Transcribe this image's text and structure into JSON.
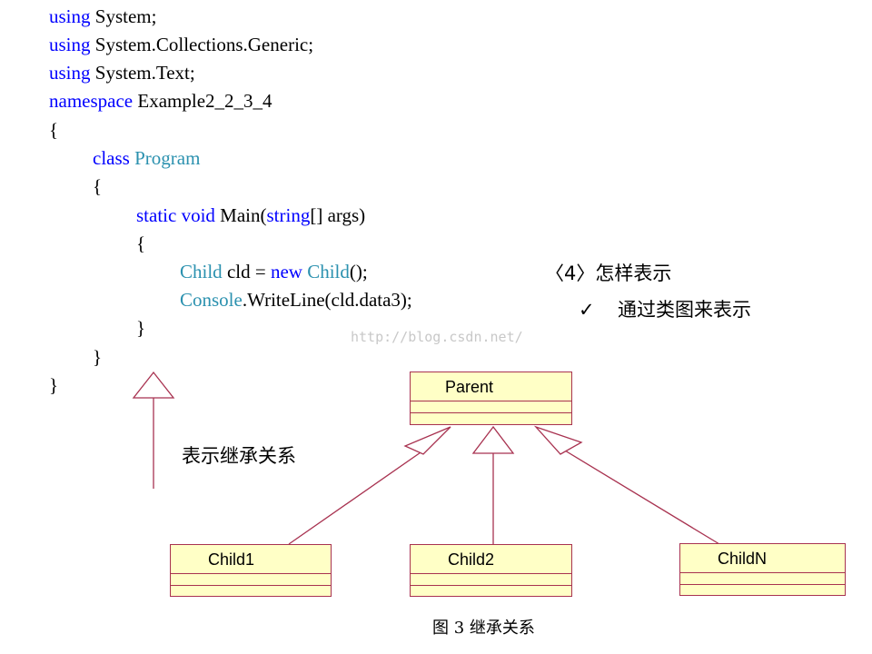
{
  "code": {
    "line1": {
      "kw": "using",
      "text": " System;"
    },
    "line2": {
      "kw": "using",
      "text": " System.Collections.Generic;"
    },
    "line3": {
      "kw": "using",
      "text": " System.Text;"
    },
    "line4": {
      "kw": "namespace",
      "text": " Example2_2_3_4"
    },
    "line5": {
      "text": "{"
    },
    "line6": {
      "kw": "class",
      "type": " Program"
    },
    "line7": {
      "text": "{"
    },
    "line8": {
      "kw1": "static",
      "kw2": " void",
      "text1": " Main(",
      "kw3": "string",
      "text2": "[] args)"
    },
    "line9": {
      "text": "{"
    },
    "line10": {
      "type1": "Child",
      "text1": " cld = ",
      "kw": "new",
      "type2": " Child",
      "text2": "();"
    },
    "line11": {
      "type": "Console",
      "text": ".WriteLine(cld.data3);"
    },
    "line12": {
      "text": "}"
    },
    "line13": {
      "text": "}"
    },
    "line14": {
      "text": "}"
    }
  },
  "legend": {
    "inherit_label": "表示继承关系"
  },
  "notes": {
    "section": "〈4〉怎样表示",
    "checkmark": "✓",
    "bullet": "通过类图来表示"
  },
  "watermark": "http://blog.csdn.net/",
  "uml": {
    "parent": "Parent",
    "child1": "Child1",
    "child2": "Child2",
    "childN": "ChildN",
    "colors": {
      "fill": "#ffffc6",
      "stroke": "#a83250"
    }
  },
  "caption": "图 3  继承关系"
}
